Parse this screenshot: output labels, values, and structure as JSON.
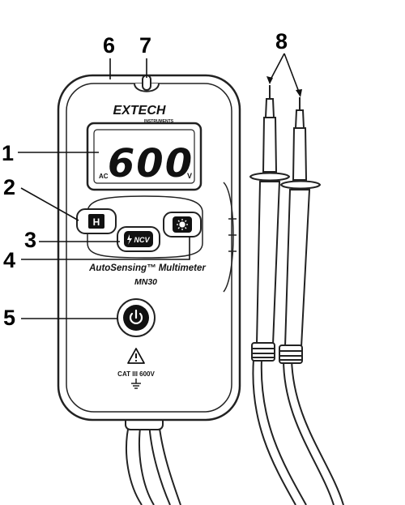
{
  "callouts": {
    "c1": "1",
    "c2": "2",
    "c3": "3",
    "c4": "4",
    "c5": "5",
    "c6": "6",
    "c7": "7",
    "c8": "8"
  },
  "meter": {
    "brand": "EXTECH",
    "brand_sub": "INSTRUMENTS",
    "display_value": "600",
    "display_mode": "AC",
    "display_unit": "V",
    "hold_button_glyph": "H",
    "ncv_button_label": "NCV",
    "title": "AutoSensing™ Multimeter",
    "model": "MN30",
    "category_rating": "CAT III 600V"
  },
  "colors": {
    "outline": "#222222",
    "lcd_bg": "#ffffff"
  }
}
